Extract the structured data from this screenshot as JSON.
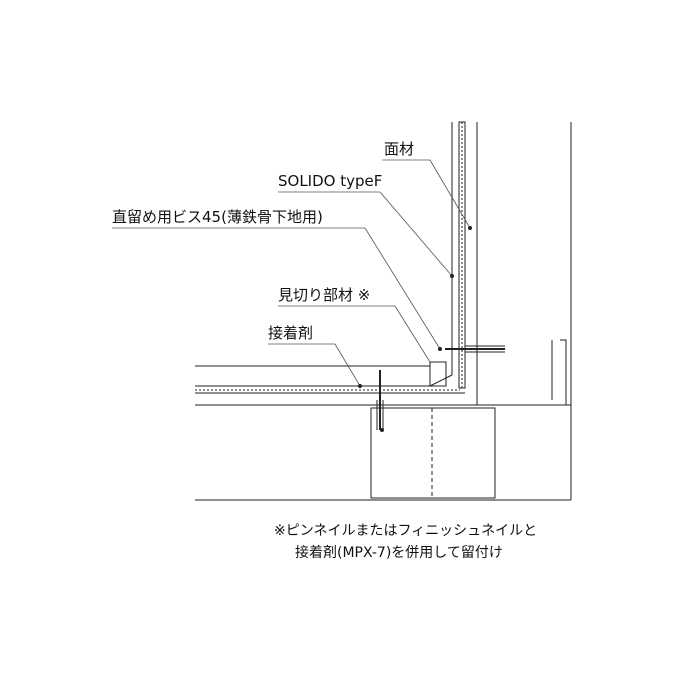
{
  "labels": {
    "face_material": "面材",
    "solido": "SOLIDO typeF",
    "screw": "直留め用ビス45(薄鉄骨下地用)",
    "trim": "見切り部材 ※",
    "adhesive": "接着剤"
  },
  "note": {
    "line1": "※ピンネイルまたはフィニッシュネイルと",
    "line2": "接着剤(MPX-7)を併用して留付け"
  }
}
